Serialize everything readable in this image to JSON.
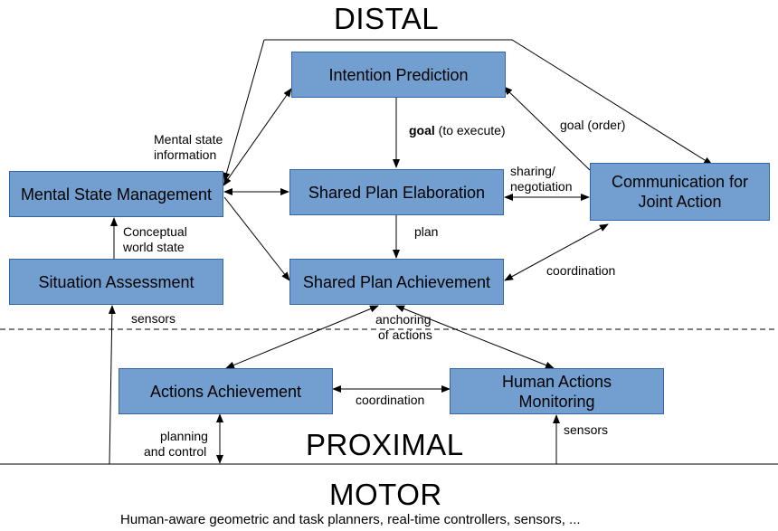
{
  "levels": {
    "distal": "DISTAL",
    "proximal": "PROXIMAL",
    "motor": "MOTOR"
  },
  "footer": "Human-aware geometric and task planners, real-time controllers, sensors, ...",
  "boxes": {
    "intention_prediction": "Intention Prediction",
    "mental_state_management": "Mental State Management",
    "shared_plan_elaboration": "Shared Plan Elaboration",
    "communication": "Communication for Joint Action",
    "situation_assessment": "Situation Assessment",
    "shared_plan_achievement": "Shared Plan Achievement",
    "actions_achievement": "Actions Achievement",
    "human_actions_monitoring": "Human Actions Monitoring"
  },
  "labels": {
    "mental_state_info_1": "Mental state",
    "mental_state_info_2": "information",
    "goal_bold": "goal",
    "goal_rest": " (to execute)",
    "goal_order": "goal (order)",
    "sharing_1": "sharing/",
    "sharing_2": "negotiation",
    "conceptual_1": "Conceptual",
    "conceptual_2": "world state",
    "plan": "plan",
    "coordination_top": "coordination",
    "sensors_left": "sensors",
    "anchoring_1": "anchoring",
    "anchoring_2": "of actions",
    "coordination_bottom": "coordination",
    "planning_1": "planning",
    "planning_2": "and control",
    "sensors_right": "sensors"
  }
}
